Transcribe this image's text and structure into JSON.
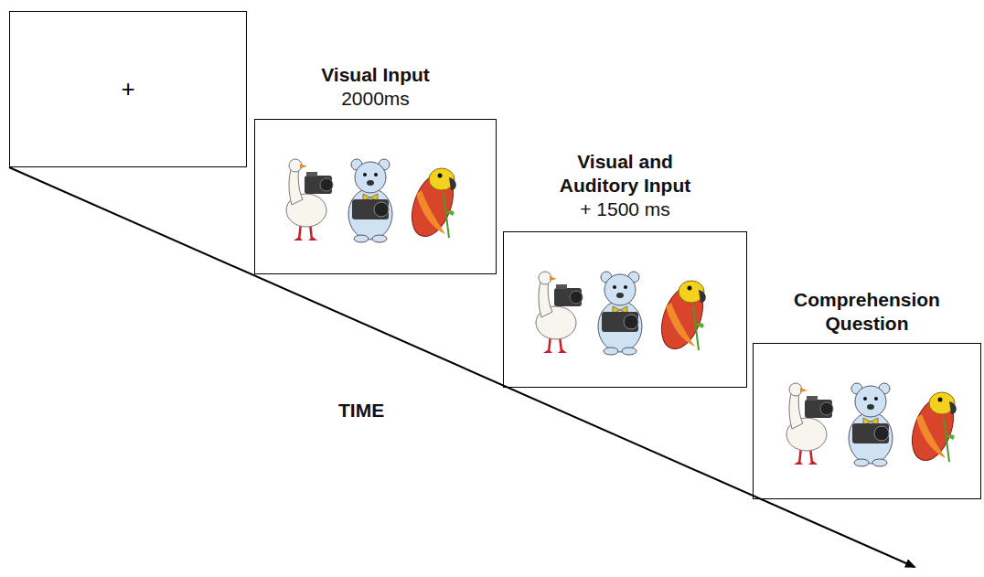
{
  "diagram": {
    "nodes": [
      {
        "text": [
          "+"
        ]
      },
      {
        "text": [
          "Visual Input",
          "2000ms"
        ]
      },
      {
        "text": [
          "Visual and Auditory Input",
          "+ 1500 ms"
        ]
      },
      {
        "text": [
          "Comprehension Question"
        ]
      }
    ],
    "labels": [
      "TIME"
    ]
  }
}
